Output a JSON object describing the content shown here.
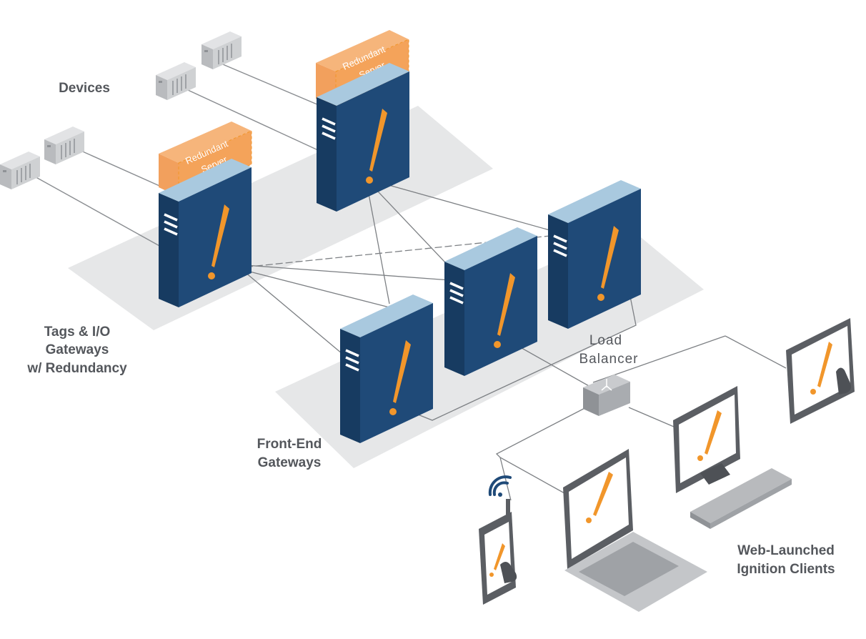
{
  "labels": {
    "devices": "Devices",
    "tags_line1": "Tags & I/O",
    "tags_line2": "Gateways",
    "tags_line3": "w/ Redundancy",
    "front_line1": "Front-End",
    "front_line2": "Gateways",
    "load_line1": "Load",
    "load_line2": "Balancer",
    "web_line1": "Web-Launched",
    "web_line2": "Ignition Clients",
    "redundant_line1": "Redundant",
    "redundant_line2": "Server"
  },
  "colors": {
    "server_front": "#1f4a78",
    "server_side": "#173b61",
    "server_top": "#a9c9df",
    "accent": "#f1962b",
    "redundant": "#f4a35a",
    "platform": "#e6e7e8",
    "device": "#c9cbce",
    "line": "#7d8084"
  }
}
